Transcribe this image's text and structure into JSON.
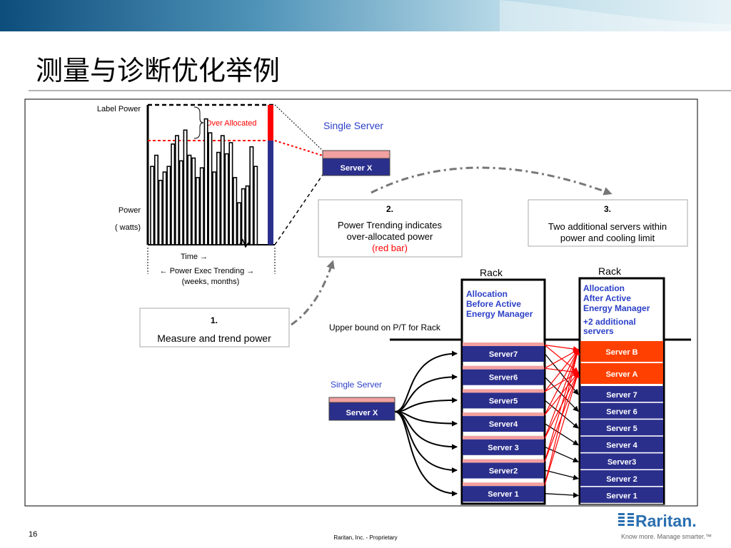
{
  "slide": {
    "title": "测量与诊断优化举例",
    "page_number": "16",
    "footer": "Raritan, Inc. - Proprietary",
    "logo_text": "Raritan.",
    "logo_tagline": "Know more. Manage smarter.™"
  },
  "trend_chart": {
    "label_power": "Label Power",
    "over_allocated": "Over Allocated",
    "power": "Power",
    "watts": "( watts)",
    "time": "Time →",
    "exec_trending": "←  Power Exec Trending  →",
    "weeks_months": "(weeks, months)",
    "bar_levels": [
      0.56,
      0.64,
      0.46,
      0.52,
      0.56,
      0.72,
      0.78,
      0.6,
      0.82,
      0.64,
      0.62,
      0.48,
      0.55,
      0.9,
      0.8,
      0.52,
      0.66,
      0.78,
      0.65,
      0.73,
      0.48,
      0.3,
      0.4,
      0.42,
      0.7,
      0.56
    ]
  },
  "single_server_top": {
    "label": "Single Server",
    "box": "Server X"
  },
  "steps": [
    {
      "num": "1.",
      "text": "Measure and trend power"
    },
    {
      "num": "2.",
      "line1": "Power Trending indicates",
      "line2": "over-allocated power",
      "line3": "(red bar)"
    },
    {
      "num": "3.",
      "line1": "Two additional servers within",
      "line2": "power and cooling limit"
    }
  ],
  "upper_bound": "Upper bound on P/T for Rack",
  "rack_before": {
    "title": "Rack",
    "alloc": [
      "Allocation",
      "Before Active",
      "Energy Manager"
    ],
    "servers": [
      "Server7",
      "Server6",
      "Server5",
      "Server4",
      "Server 3",
      "Server2",
      "Server 1"
    ]
  },
  "rack_after": {
    "title": "Rack",
    "alloc": [
      "Allocation",
      "After Active",
      "Energy Manager"
    ],
    "extra": [
      "+2 additional",
      "servers"
    ],
    "new_servers": [
      "Server B",
      "Server A"
    ],
    "servers": [
      "Server 7",
      "Server 6",
      "Server 5",
      "Server 4",
      "Server3",
      "Server 2",
      "Server 1"
    ]
  },
  "single_server_bottom": {
    "label": "Single Server",
    "box": "Server X"
  },
  "colors": {
    "navy": "#2b2f8c",
    "pink": "#f2a0a0",
    "red": "#ff0000",
    "orange": "#ff4000",
    "blue_text": "#2b3fc8"
  }
}
